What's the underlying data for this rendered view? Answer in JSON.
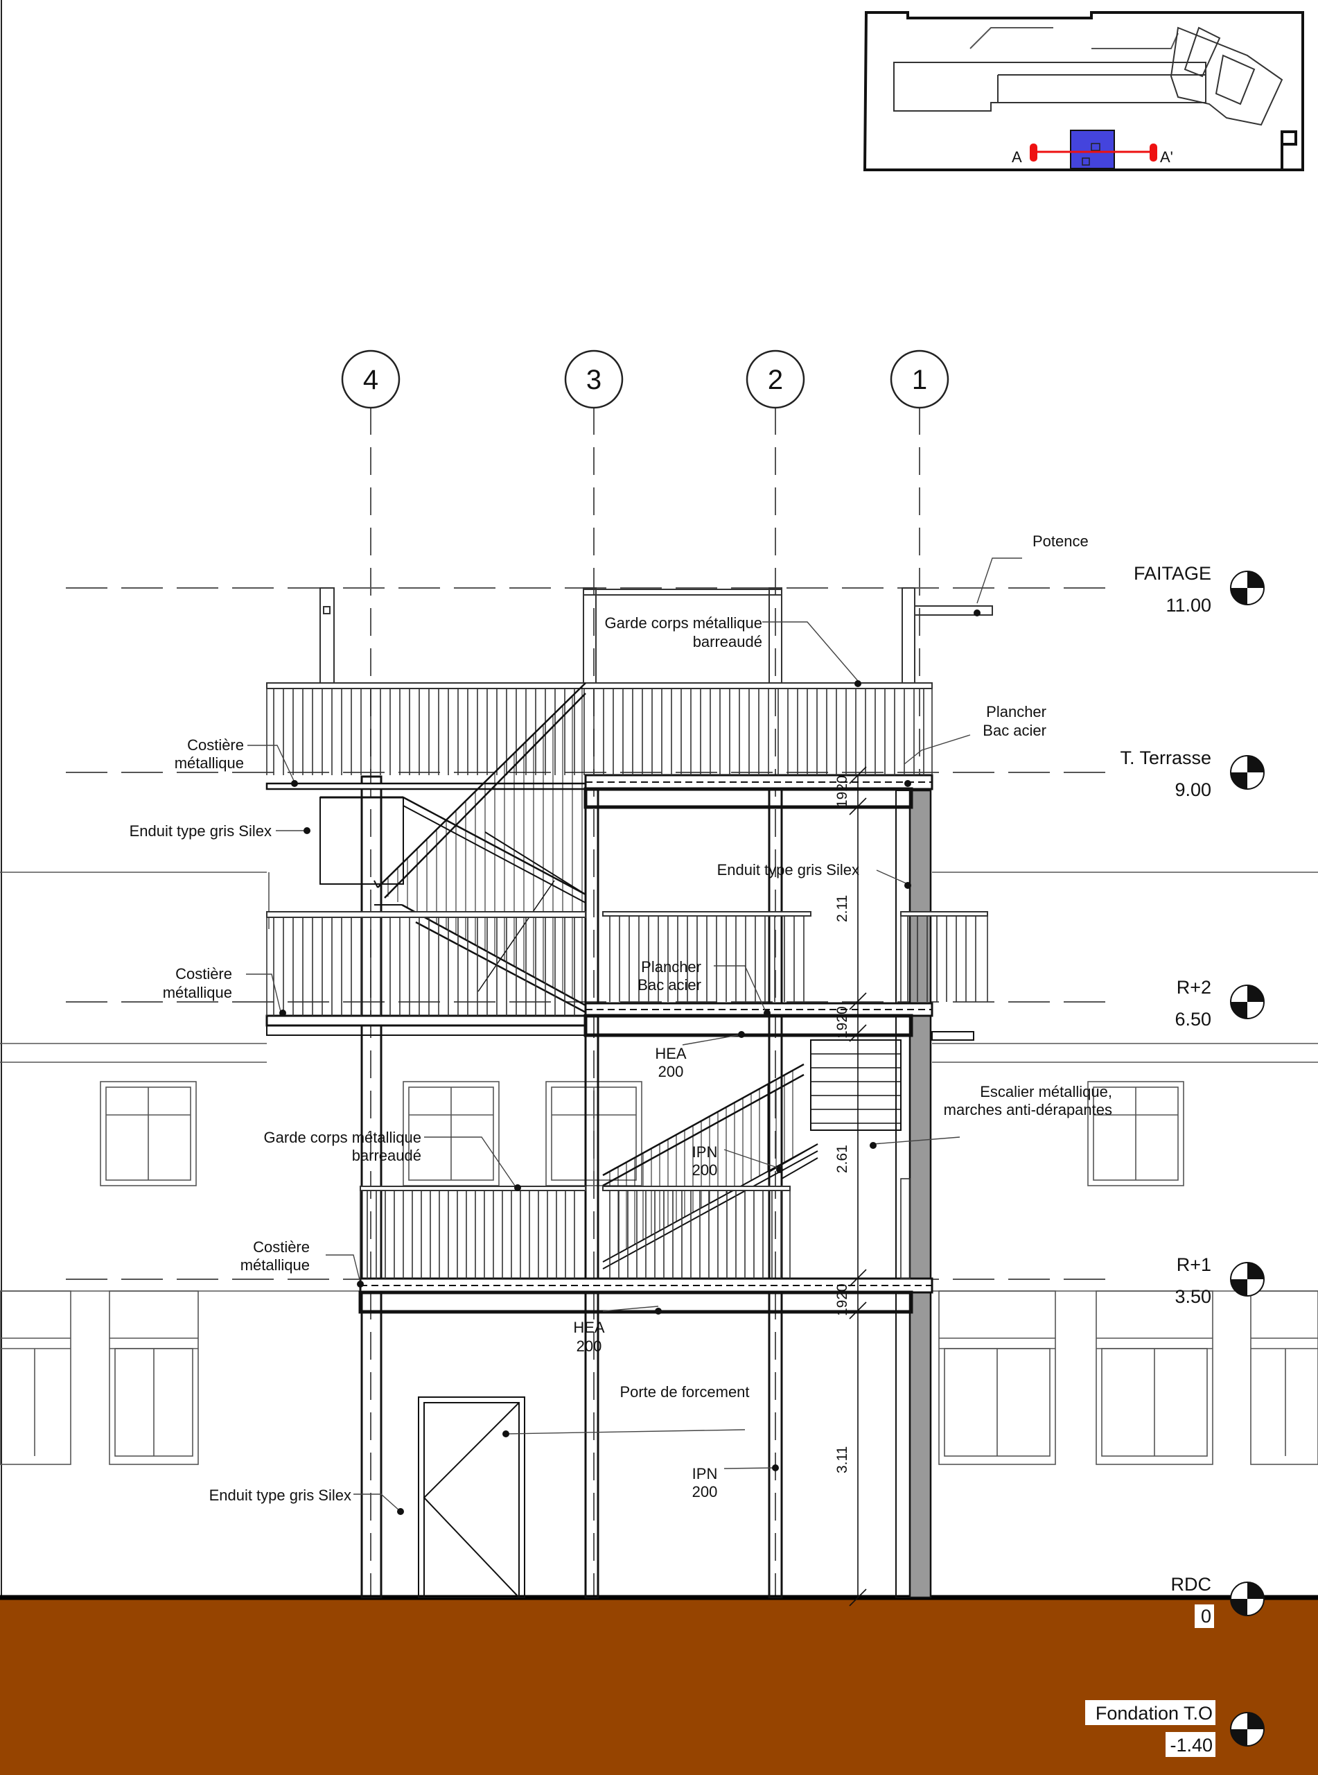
{
  "grid_axes": [
    "4",
    "3",
    "2",
    "1"
  ],
  "levels": [
    {
      "name": "FAITAGE",
      "elevation": "11.00"
    },
    {
      "name": "T. Terrasse",
      "elevation": "9.00"
    },
    {
      "name": "R+2",
      "elevation": "6.50"
    },
    {
      "name": "R+1",
      "elevation": "3.50"
    },
    {
      "name": "RDC",
      "elevation": "0"
    },
    {
      "name": "Fondation T.O",
      "elevation": "-1.40"
    }
  ],
  "key_plan": {
    "section_start": "A",
    "section_end": "A'"
  },
  "annotations": {
    "potence": "Potence",
    "garde_corps_top": [
      "Garde corps métallique",
      "barreaudé"
    ],
    "plancher_top": [
      "Plancher",
      "Bac acier"
    ],
    "costiere_top": [
      "Costière",
      "métallique"
    ],
    "enduit_left_top": "Enduit type gris Silex",
    "enduit_right": "Enduit type gris Silex",
    "costiere_mid": [
      "Costière",
      "métallique"
    ],
    "plancher_mid": [
      "Plancher",
      "Bac acier"
    ],
    "hea_mid": [
      "HEA",
      "200"
    ],
    "escalier": [
      "Escalier métallique,",
      "marches anti-dérapantes"
    ],
    "garde_corps_mid": [
      "Garde corps métallique",
      "barreaudé"
    ],
    "ipn_mid": [
      "IPN",
      "200"
    ],
    "costiere_low": [
      "Costière",
      "métallique"
    ],
    "hea_low": [
      "HEA",
      "200"
    ],
    "porte": "Porte de forcement",
    "ipn_low": [
      "IPN",
      "200"
    ],
    "enduit_left_low": "Enduit type gris Silex"
  },
  "dimensions": {
    "slab_top": "1920",
    "slab_mid": "1920",
    "slab_low": "1920",
    "h_top": "2.11",
    "h_mid": "2.61",
    "h_low": "3.11"
  },
  "colors": {
    "ground": "#964400",
    "keyplan_highlight": "#4444dd",
    "section_marker": "#ee1111",
    "column_fill": "#999999"
  }
}
